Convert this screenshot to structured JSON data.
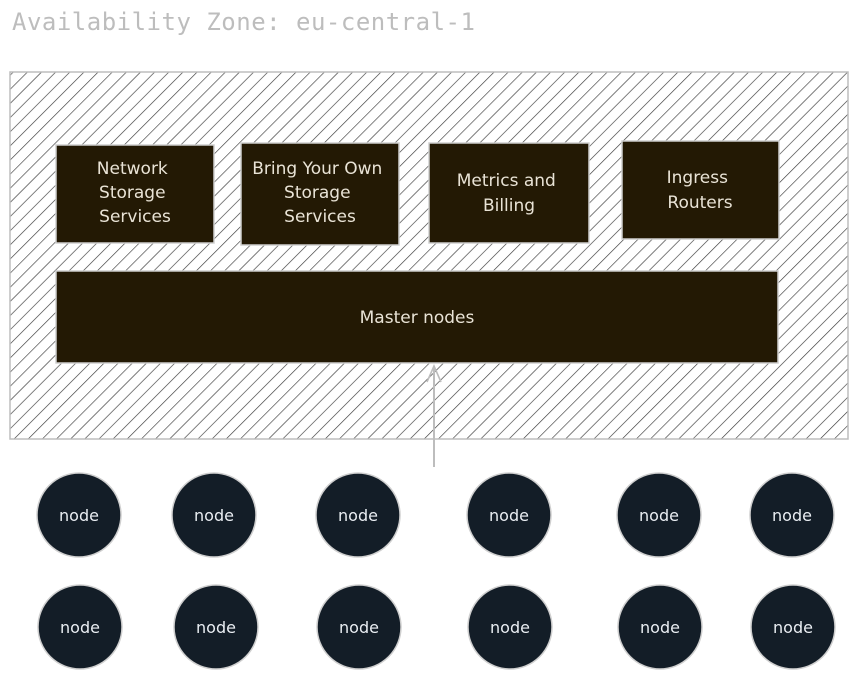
{
  "zone_title": "Availability Zone: eu-central-1",
  "colors": {
    "service_box_fill": "#231904",
    "node_fill": "#131d27",
    "hatch": "#3a3a3a",
    "outline": "#bdbdbd"
  },
  "services": [
    {
      "lines": [
        "Network",
        "Storage",
        "Services"
      ]
    },
    {
      "lines": [
        "Bring Your Own",
        "Storage",
        "Services"
      ]
    },
    {
      "lines": [
        "Metrics and",
        "Billing"
      ]
    },
    {
      "lines": [
        "Ingress",
        "Routers"
      ]
    }
  ],
  "master": {
    "label": "Master nodes"
  },
  "node_rows": [
    [
      "node",
      "node",
      "node",
      "node",
      "node",
      "node"
    ],
    [
      "node",
      "node",
      "node",
      "node",
      "node",
      "node"
    ]
  ]
}
